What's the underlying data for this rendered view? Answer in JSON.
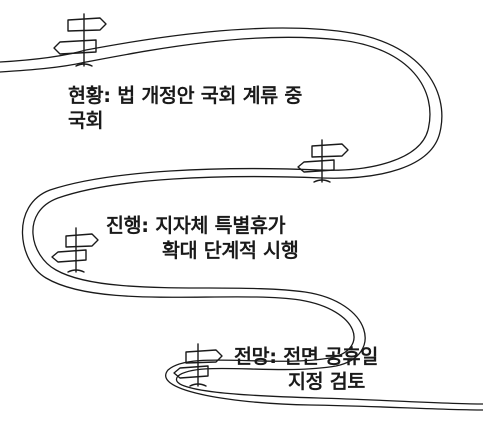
{
  "stages": [
    {
      "id": "current",
      "line1": "현황: 법 개정안 국회 계류 중",
      "line2": "국회"
    },
    {
      "id": "progress",
      "line1": "진행: 지자체 특별휴가",
      "line2": "확대 단계적 시행"
    },
    {
      "id": "outlook",
      "line1": "전망: 전면 공휴일",
      "line2": "지정 검토"
    }
  ],
  "colors": {
    "line": "#1a1a1a",
    "text": "#1a1a1a",
    "background": "#ffffff"
  },
  "icons": [
    "signpost-icon",
    "signpost-icon",
    "signpost-icon",
    "signpost-icon"
  ]
}
